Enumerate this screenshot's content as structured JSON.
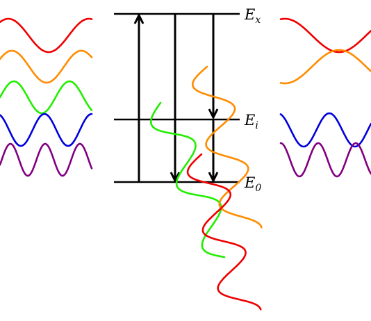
{
  "levels": [
    {
      "id": "Ex",
      "symbol": "E",
      "subscript": "x"
    },
    {
      "id": "Ei",
      "symbol": "E",
      "subscript": "i"
    },
    {
      "id": "E0",
      "symbol": "E",
      "subscript": "0"
    }
  ],
  "colors": {
    "red": "#ee0000",
    "orange": "#ff8c00",
    "green": "#22ee00",
    "blue": "#0000dd",
    "purple": "#800080",
    "line": "#000000"
  }
}
